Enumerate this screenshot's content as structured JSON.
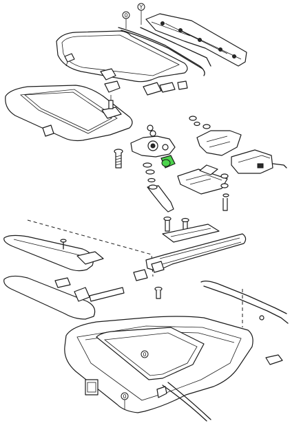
{
  "callouts": {
    "top_left": "0",
    "top_right": "Y",
    "glass_panel": "0",
    "roof_bottom": "0"
  },
  "colors": {
    "line": "#1a1a1a",
    "highlight_part": "#4cd44c",
    "background": "#ffffff"
  }
}
